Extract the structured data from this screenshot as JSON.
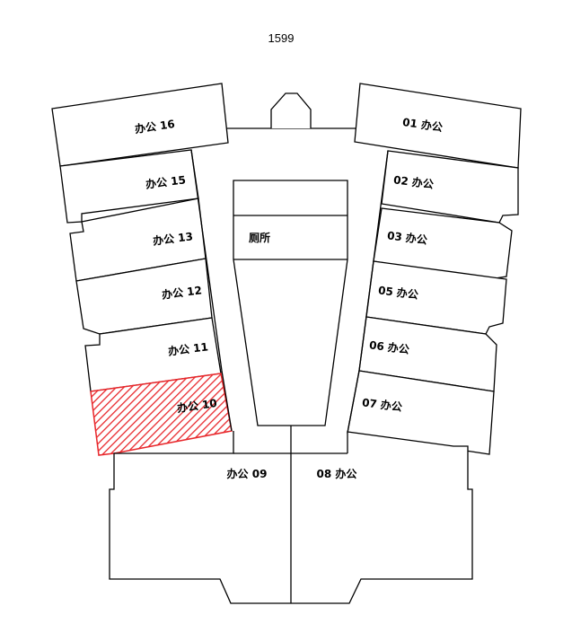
{
  "building_number": "1599",
  "highlight_color": "#e8272b",
  "hatch_pattern": "diagonal-stripes",
  "rooms": {
    "r01": "01 办公",
    "r02": "02 办公",
    "r03": "03 办公",
    "r05": "05 办公",
    "r06": "06 办公",
    "r07": "07 办公",
    "r08": "08 办公",
    "r09": "办公 09",
    "r10": "办公 10",
    "r11": "办公 11",
    "r12": "办公 12",
    "r13": "办公 13",
    "r15": "办公 15",
    "r16": "办公 16",
    "restroom": "厕所"
  },
  "highlighted_room": "办公 10"
}
